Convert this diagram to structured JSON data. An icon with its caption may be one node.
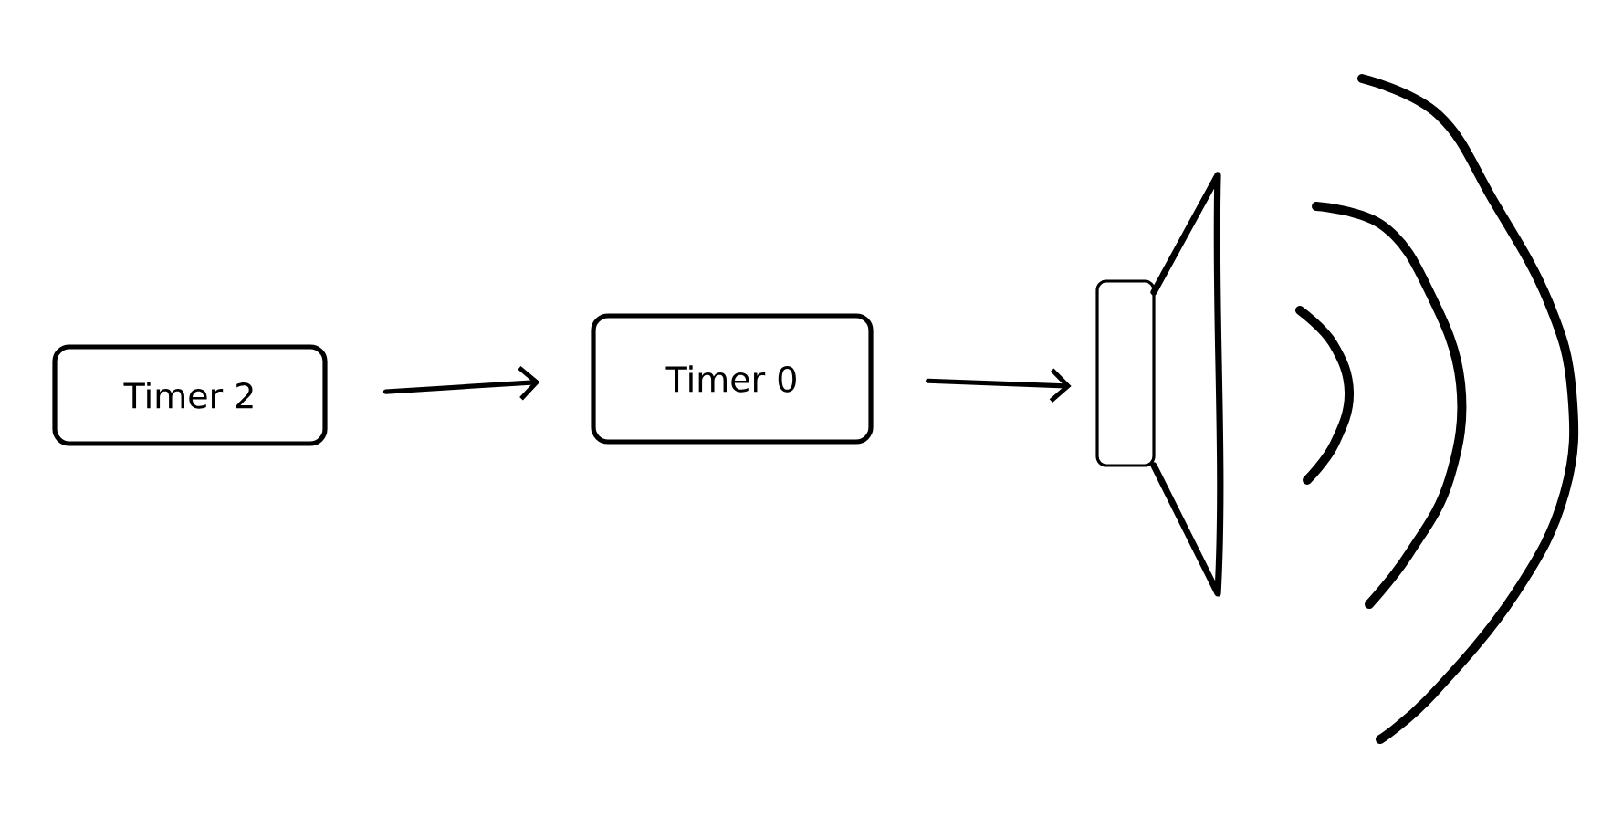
{
  "diagram": {
    "nodes": [
      {
        "text": [
          "Timer 2"
        ]
      },
      {
        "text": [
          "Timer 0"
        ]
      },
      {
        "text": [],
        "shape": "picture"
      }
    ],
    "edges": [
      {
        "from": 0,
        "to": 1,
        "arrow": "to"
      },
      {
        "from": 1,
        "to": 2,
        "arrow": "to"
      }
    ]
  }
}
